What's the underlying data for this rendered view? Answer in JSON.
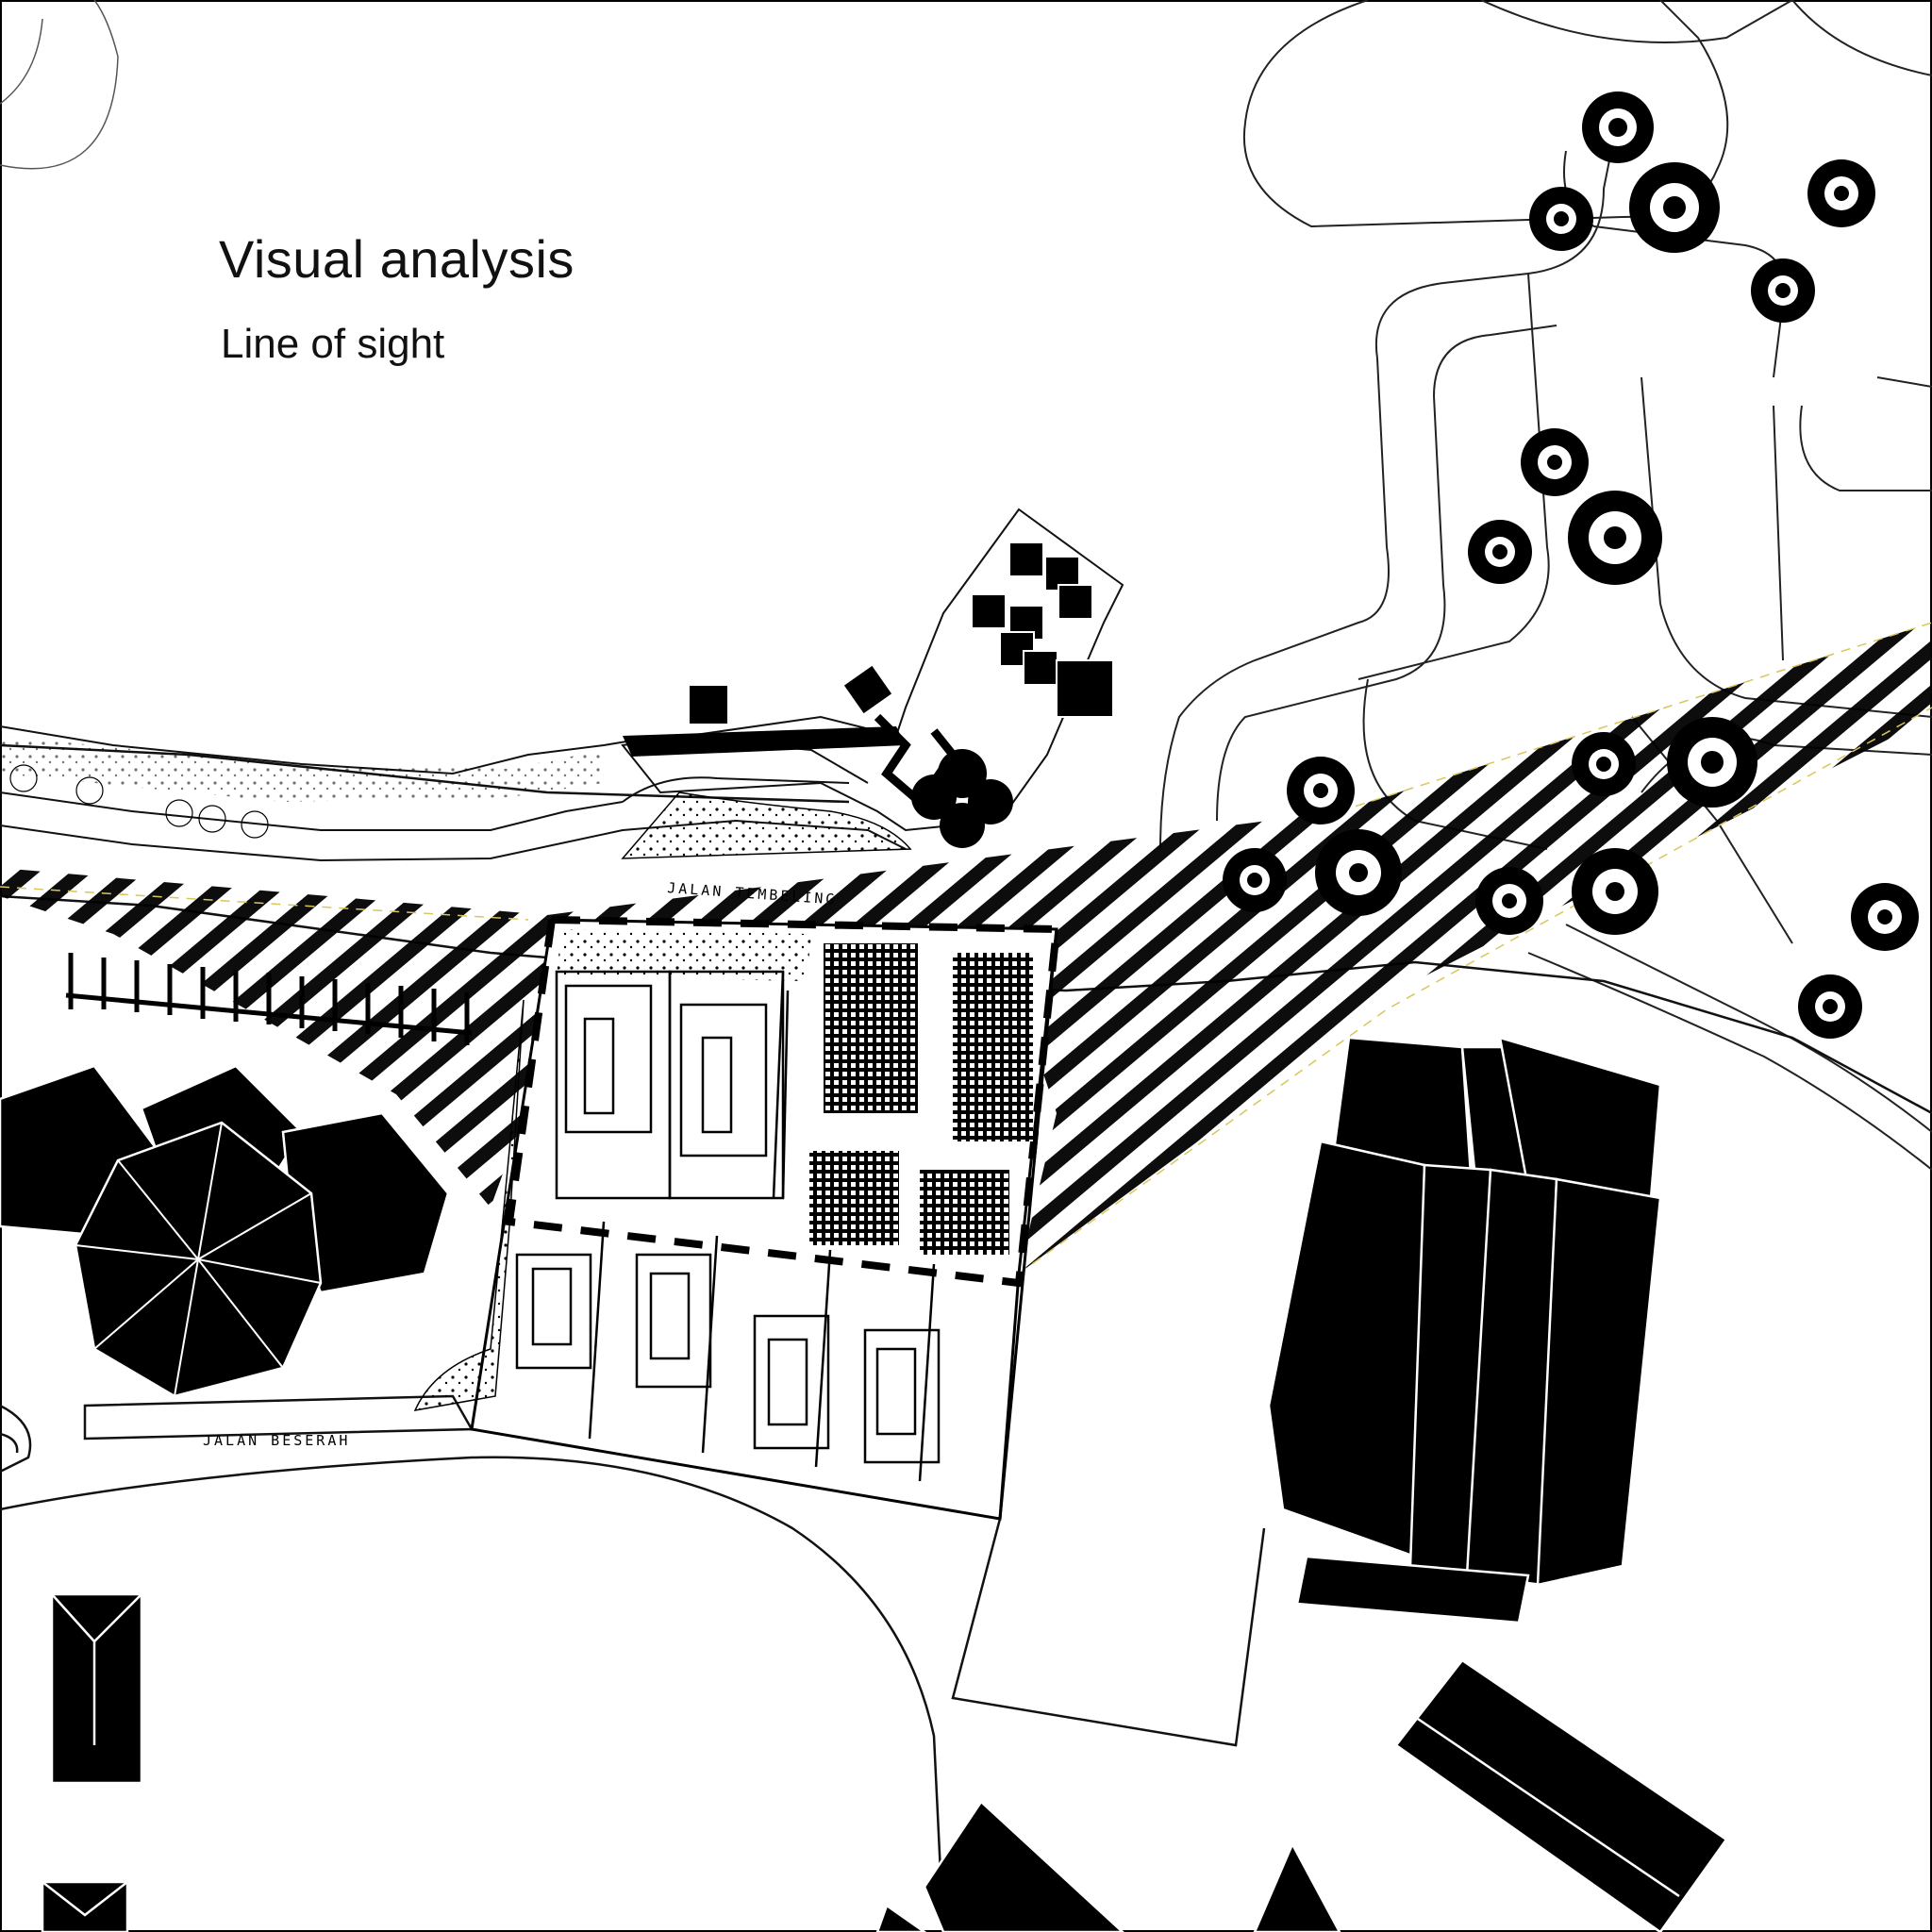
{
  "title": "Visual analysis",
  "subtitle": "Line of sight",
  "road_labels": {
    "north": "JALAN TEMBELING",
    "south": "JALAN BESERAH"
  },
  "colors": {
    "ink": "#000000",
    "paper": "#ffffff",
    "sightline_edge": "#d9c65a"
  },
  "icon_names": [
    "tree-symbol",
    "kiosk-roof",
    "building-roof",
    "hatched-view-corridor"
  ]
}
